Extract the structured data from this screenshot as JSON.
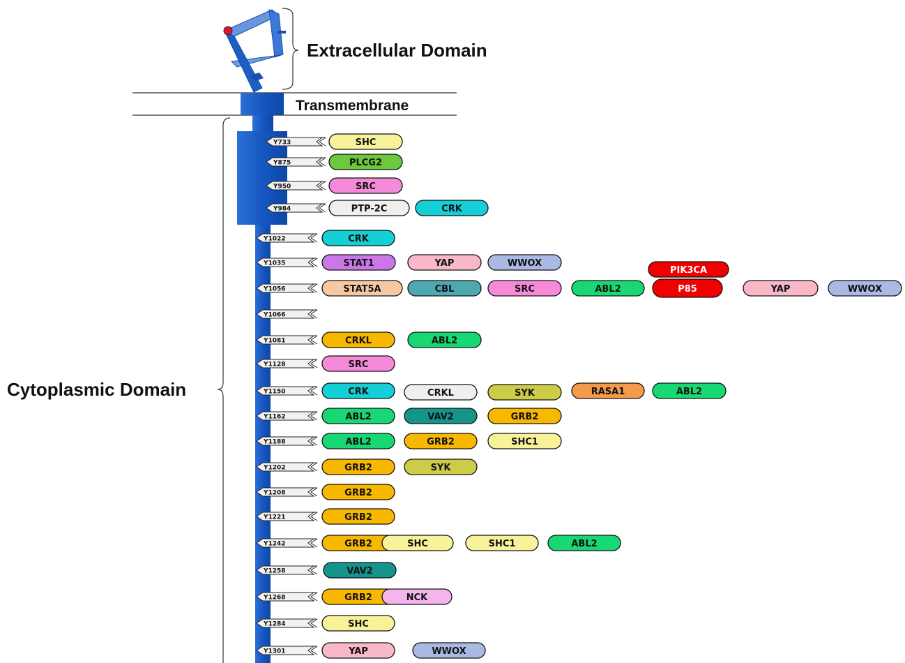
{
  "labels": {
    "extracellular": "Extracellular Domain",
    "transmembrane": "Transmembrane",
    "cytoplasmic": "Cytoplasmic Domain"
  },
  "sites": [
    {
      "site": "Y733",
      "partners": [
        "SHC"
      ]
    },
    {
      "site": "Y875",
      "partners": [
        "PLCG2"
      ]
    },
    {
      "site": "Y950",
      "partners": [
        "SRC"
      ]
    },
    {
      "site": "Y984",
      "partners": [
        "PTP-2C",
        "CRK"
      ]
    },
    {
      "site": "Y1022",
      "partners": [
        "CRK"
      ]
    },
    {
      "site": "Y1035",
      "partners": [
        "STAT1",
        "YAP",
        "WWOX"
      ]
    },
    {
      "site": "Y1056",
      "partners": [
        "STAT5A",
        "CBL",
        "SRC",
        "ABL2",
        "PIK3CA",
        "P85",
        "YAP",
        "WWOX"
      ]
    },
    {
      "site": "Y1066",
      "partners": []
    },
    {
      "site": "Y1081",
      "partners": [
        "CRKL",
        "ABL2"
      ]
    },
    {
      "site": "Y1128",
      "partners": [
        "SRC"
      ]
    },
    {
      "site": "Y1150",
      "partners": [
        "CRK",
        "CRKL",
        "SYK",
        "RASA1",
        "ABL2"
      ]
    },
    {
      "site": "Y1162",
      "partners": [
        "ABL2",
        "VAV2",
        "GRB2"
      ]
    },
    {
      "site": "Y1188",
      "partners": [
        "ABL2",
        "GRB2",
        "SHC1"
      ]
    },
    {
      "site": "Y1202",
      "partners": [
        "GRB2",
        "SYK"
      ]
    },
    {
      "site": "Y1208",
      "partners": [
        "GRB2"
      ]
    },
    {
      "site": "Y1221",
      "partners": [
        "GRB2"
      ]
    },
    {
      "site": "Y1242",
      "partners": [
        "GRB2",
        "SHC",
        "SHC1",
        "ABL2"
      ]
    },
    {
      "site": "Y1258",
      "partners": [
        "VAV2"
      ]
    },
    {
      "site": "Y1268",
      "partners": [
        "GRB2",
        "NCK"
      ]
    },
    {
      "site": "Y1284",
      "partners": [
        "SHC"
      ]
    },
    {
      "site": "Y1301",
      "partners": [
        "YAP",
        "WWOX"
      ]
    }
  ],
  "colors": {
    "receptor_blue": "#1f5fc4",
    "SHC": "#f8f39a",
    "SHC1": "#f8f39a",
    "PLCG2": "#6cc83c",
    "SRC": "#f48ad8",
    "PTP-2C": "#efefef",
    "CRKL_grey": "#efefef",
    "CRK": "#14cfd6",
    "STAT1": "#cc77e8",
    "YAP": "#f8b8c8",
    "WWOX": "#aab8e4",
    "STAT5A": "#f7c8a4",
    "CBL": "#4ea8b0",
    "ABL2": "#18d874",
    "PIK3CA": "#f00000",
    "P85": "#f00000",
    "CRKL": "#f8b800",
    "SYK": "#cccc48",
    "RASA1": "#f39a4c",
    "VAV2": "#15948c",
    "GRB2": "#f8b800",
    "NCK": "#f4b4ec"
  }
}
